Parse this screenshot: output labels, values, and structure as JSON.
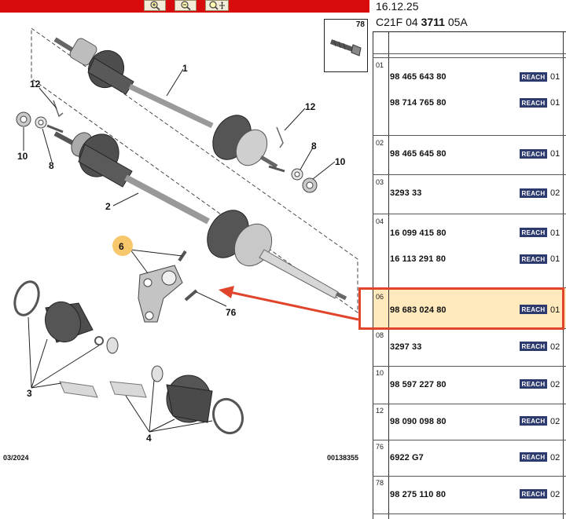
{
  "header": {
    "date": "16.12.25",
    "ref_prefix": "C21F 04",
    "ref_bold": "3711",
    "ref_suffix": "05A"
  },
  "toolbar": {
    "zoom_in_icon": "magnifier-plus-icon",
    "zoom_out_icon": "magnifier-minus-icon",
    "pan_icon": "magnifier-move-icon"
  },
  "thumbnail": {
    "label": "78"
  },
  "diagram": {
    "callouts": [
      "1",
      "12",
      "12",
      "10",
      "8",
      "8",
      "10",
      "2",
      "6",
      "76",
      "3",
      "4"
    ],
    "footer_left": "03/2024",
    "footer_right": "00138355"
  },
  "parts": {
    "badge_text": "REACH",
    "highlight_color": "#ffe9bd",
    "arrow_color": "#e0452c",
    "rows": [
      {
        "pos": "01",
        "numbers": [
          "98 465 643 80",
          "98 714 765 80"
        ],
        "qty": [
          "01",
          "01"
        ]
      },
      {
        "pos": "02",
        "numbers": [
          "98 465 645 80"
        ],
        "qty": [
          "01"
        ]
      },
      {
        "pos": "03",
        "numbers": [
          "3293 33"
        ],
        "qty": [
          "02"
        ]
      },
      {
        "pos": "04",
        "numbers": [
          "16 099 415 80",
          "16 113 291 80"
        ],
        "qty": [
          "01",
          "01"
        ]
      },
      {
        "pos": "06",
        "numbers": [
          "98 683 024 80"
        ],
        "qty": [
          "01"
        ]
      },
      {
        "pos": "08",
        "numbers": [
          "3297 33"
        ],
        "qty": [
          "02"
        ]
      },
      {
        "pos": "10",
        "numbers": [
          "98 597 227 80"
        ],
        "qty": [
          "02"
        ]
      },
      {
        "pos": "12",
        "numbers": [
          "98 090 098 80"
        ],
        "qty": [
          "02"
        ]
      },
      {
        "pos": "76",
        "numbers": [
          "6922 G7"
        ],
        "qty": [
          "02"
        ]
      },
      {
        "pos": "78",
        "numbers": [
          "98 275 110 80"
        ],
        "qty": [
          "02"
        ]
      }
    ]
  }
}
